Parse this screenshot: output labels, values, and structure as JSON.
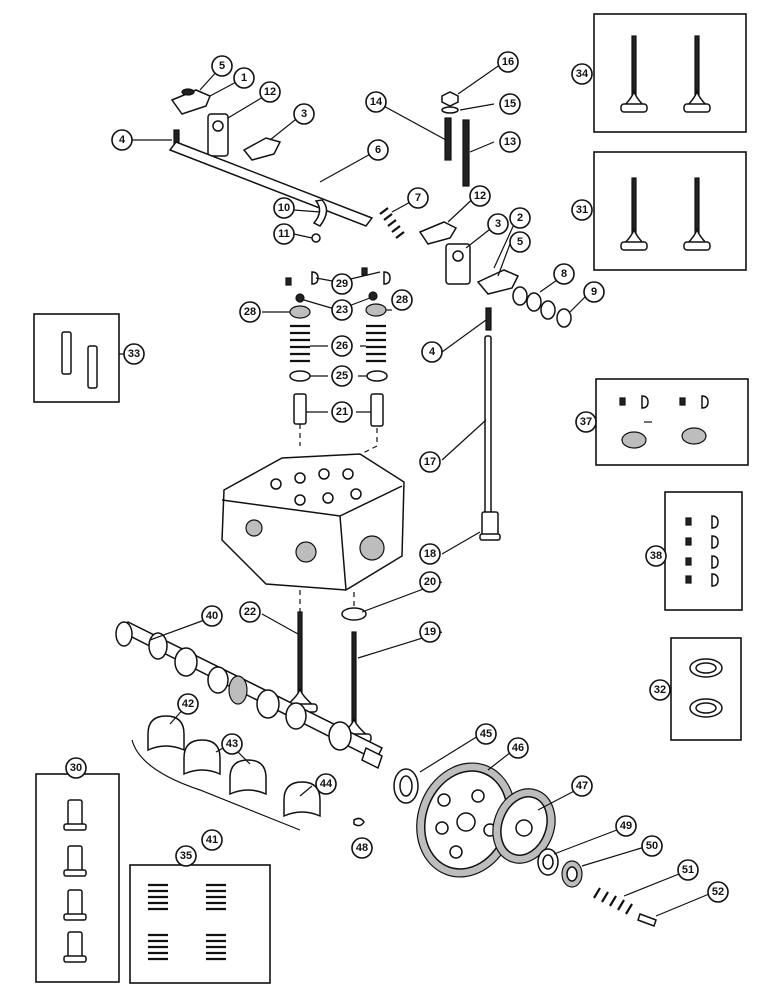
{
  "callouts": [
    "1",
    "2",
    "3",
    "3",
    "4",
    "4",
    "5",
    "5",
    "6",
    "7",
    "8",
    "9",
    "10",
    "11",
    "12",
    "12",
    "13",
    "14",
    "15",
    "16",
    "17",
    "18",
    "19",
    "20",
    "21",
    "22",
    "23",
    "25",
    "26",
    "28",
    "28",
    "29",
    "30",
    "31",
    "32",
    "33",
    "34",
    "35",
    "37",
    "38",
    "40",
    "41",
    "42",
    "43",
    "44",
    "45",
    "46",
    "47",
    "48",
    "49",
    "50",
    "51",
    "52"
  ]
}
